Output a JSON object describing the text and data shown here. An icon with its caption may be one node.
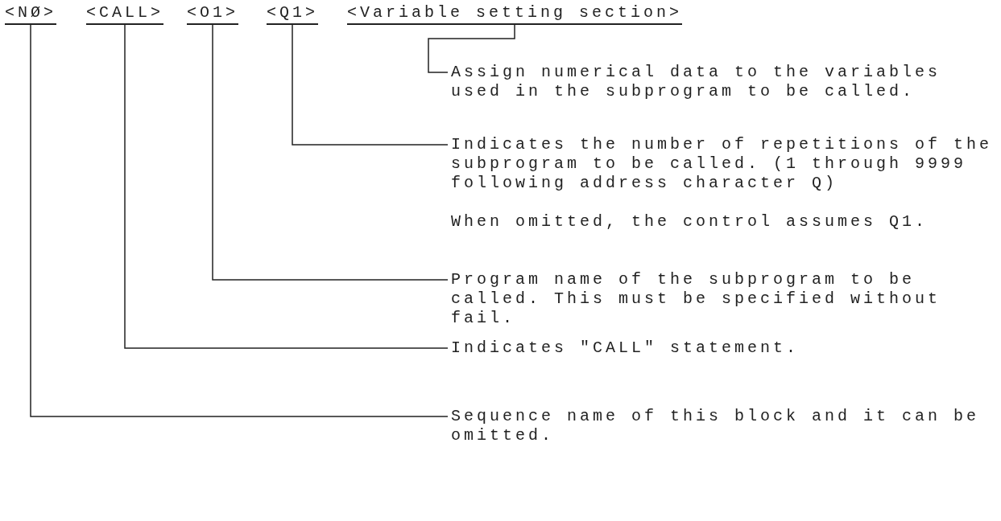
{
  "diagram": {
    "nodes": [
      {
        "text": [
          "<NØ>"
        ]
      },
      {
        "text": [
          "<CALL>"
        ]
      },
      {
        "text": [
          "<O1>"
        ]
      },
      {
        "text": [
          "<Q1>"
        ]
      },
      {
        "text": [
          "<Variable setting section>"
        ]
      },
      {
        "text": [
          "Assign numerical data to the variables used in the subprogram to be called."
        ]
      },
      {
        "text": [
          "Indicates the number of repetitions of the subprogram to be called. (1 through 9999 following address character Q)",
          "When omitted, the control assumes Q1."
        ]
      },
      {
        "text": [
          "Program name of the subprogram to be called. This must be specified without fail."
        ]
      },
      {
        "text": [
          "Indicates \"CALL\" statement."
        ]
      },
      {
        "text": [
          "Sequence name of this block and it can be omitted."
        ]
      }
    ],
    "edges": [
      {
        "from": 4,
        "to": 5,
        "arrow": "none"
      },
      {
        "from": 3,
        "to": 6,
        "arrow": "none"
      },
      {
        "from": 2,
        "to": 7,
        "arrow": "none"
      },
      {
        "from": 1,
        "to": 8,
        "arrow": "none"
      },
      {
        "from": 0,
        "to": 9,
        "arrow": "none"
      }
    ]
  }
}
